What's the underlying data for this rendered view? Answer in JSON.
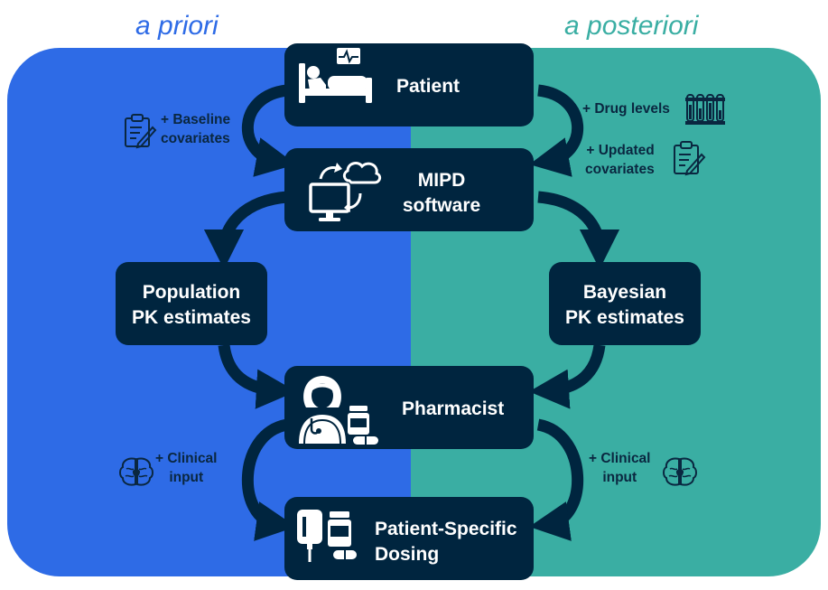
{
  "phases": {
    "left": "a priori",
    "right": "a posteriori"
  },
  "colors": {
    "a_priori_bg": "#2e6be6",
    "a_posteriori_bg": "#3aaea3",
    "node_fill": "#00253f",
    "node_text": "#ffffff",
    "annotation_text": "#0a2740"
  },
  "nodes": {
    "patient": {
      "label": "Patient",
      "icon": "patient-in-bed-icon"
    },
    "mipd": {
      "line1": "MIPD",
      "line2": "software",
      "icon": "computer-cloud-sync-icon"
    },
    "population": {
      "line1": "Population",
      "line2": "PK estimates"
    },
    "bayesian": {
      "line1": "Bayesian",
      "line2": "PK estimates"
    },
    "pharmacist": {
      "label": "Pharmacist",
      "icon": "pharmacist-icon"
    },
    "dosing": {
      "line1": "Patient-Specific",
      "line2": "Dosing",
      "icon": "iv-bag-medication-icon"
    }
  },
  "annotations": {
    "baseline": {
      "line1": "+ Baseline",
      "line2": "covariates",
      "icon": "clipboard-icon"
    },
    "drug_levels": {
      "text": "+ Drug levels",
      "icon": "test-tubes-icon"
    },
    "updated": {
      "line1": "+ Updated",
      "line2": "covariates",
      "icon": "clipboard-icon"
    },
    "clinical_left": {
      "line1": "+ Clinical",
      "line2": "input",
      "icon": "brain-heart-icon"
    },
    "clinical_right": {
      "line1": "+ Clinical",
      "line2": "input",
      "icon": "brain-heart-icon"
    }
  }
}
